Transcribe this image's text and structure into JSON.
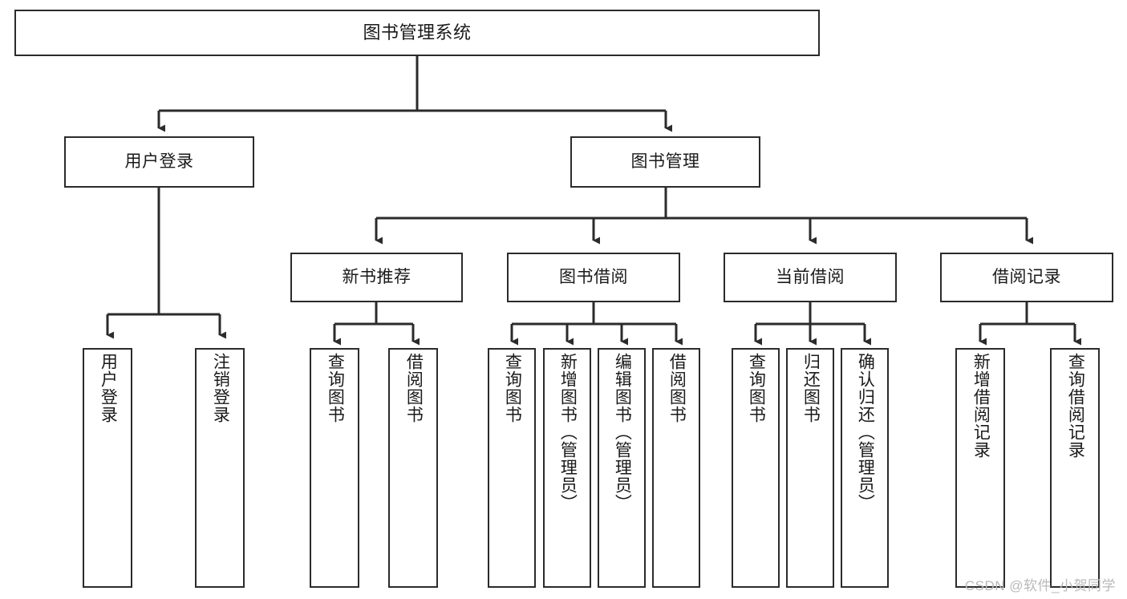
{
  "diagram": {
    "title": "图书管理系统",
    "type": "tree-hierarchy-chart",
    "orientation": "top-down",
    "colors": {
      "node_border": "#2b2b2b",
      "node_fill": "#ffffff",
      "edge": "#2b2b2b",
      "text": "#1a1a1a",
      "background": "#ffffff",
      "watermark": "#b9b9b9"
    },
    "root": {
      "label": "图书管理系统"
    },
    "level2": [
      {
        "label": "用户登录"
      },
      {
        "label": "图书管理"
      }
    ],
    "level3": [
      {
        "label": "新书推荐"
      },
      {
        "label": "图书借阅"
      },
      {
        "label": "当前借阅"
      },
      {
        "label": "借阅记录"
      }
    ],
    "leaves_user_login": [
      {
        "label": "用户登录"
      },
      {
        "label": "注销登录"
      }
    ],
    "leaves_new_book": [
      {
        "label": "查询图书"
      },
      {
        "label": "借阅图书"
      }
    ],
    "leaves_borrow": [
      {
        "label": "查询图书"
      },
      {
        "label": "新增图书（管理员）"
      },
      {
        "label": "编辑图书（管理员）"
      },
      {
        "label": "借阅图书"
      }
    ],
    "leaves_current": [
      {
        "label": "查询图书"
      },
      {
        "label": "归还图书"
      },
      {
        "label": "确认归还（管理员）"
      }
    ],
    "leaves_record": [
      {
        "label": "新增借阅记录"
      },
      {
        "label": "查询借阅记录"
      }
    ]
  },
  "watermark": {
    "text": "CSDN @软件_小贺同学"
  }
}
